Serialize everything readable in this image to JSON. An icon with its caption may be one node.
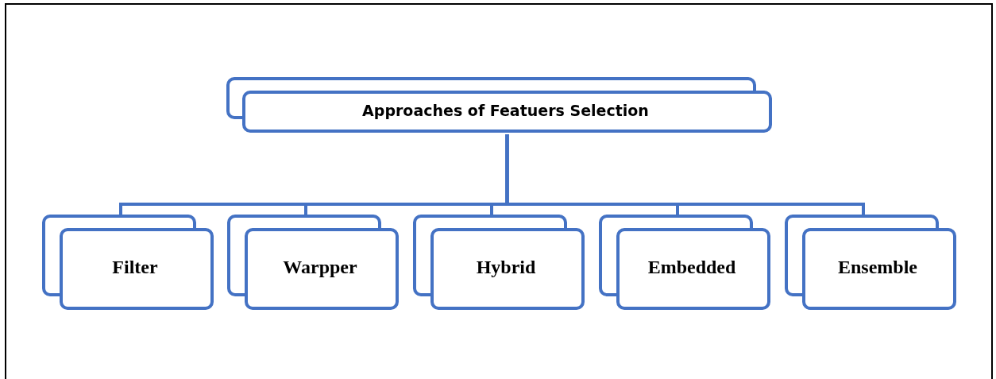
{
  "diagram": {
    "nodes": [
      {
        "text": [
          "Approaches of Featuers Selection"
        ]
      },
      {
        "text": [
          "Filter"
        ]
      },
      {
        "text": [
          "Warpper"
        ]
      },
      {
        "text": [
          "Hybrid"
        ]
      },
      {
        "text": [
          "Embedded"
        ]
      },
      {
        "text": [
          "Ensemble"
        ]
      }
    ],
    "edges": [
      {
        "from": 0,
        "to": 1,
        "arrow": "none"
      },
      {
        "from": 0,
        "to": 2,
        "arrow": "none"
      },
      {
        "from": 0,
        "to": 3,
        "arrow": "none"
      },
      {
        "from": 0,
        "to": 4,
        "arrow": "none"
      },
      {
        "from": 0,
        "to": 5,
        "arrow": "none"
      }
    ]
  }
}
